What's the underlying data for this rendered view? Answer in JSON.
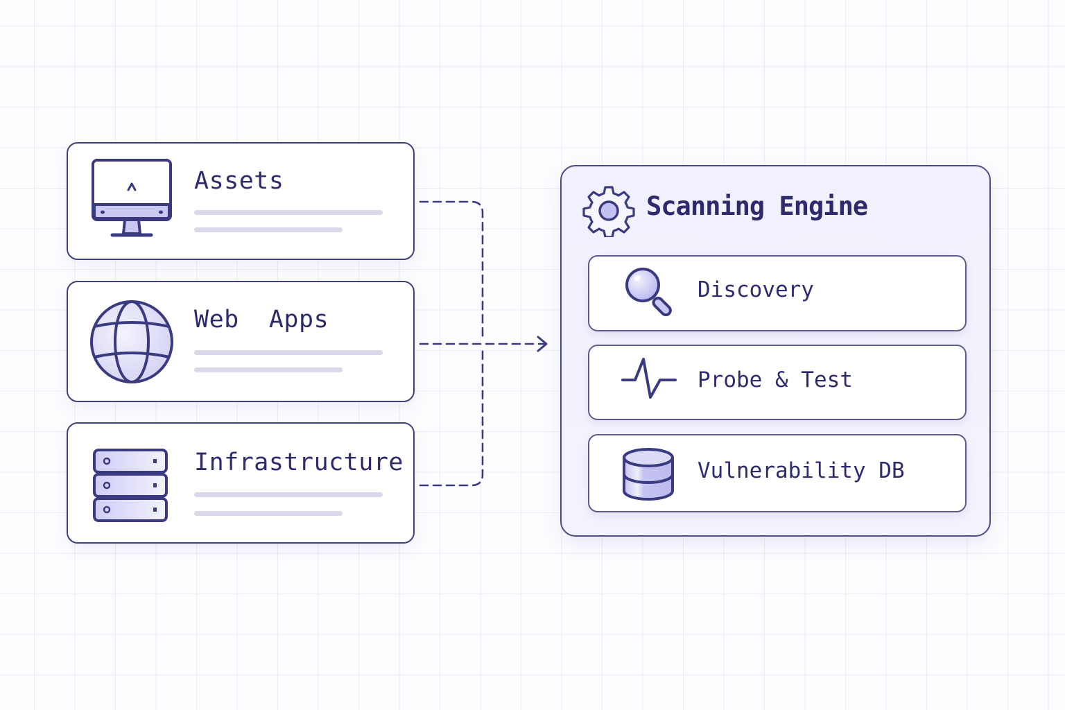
{
  "diagram": {
    "sources": [
      {
        "id": "assets",
        "label": "Assets",
        "icon": "monitor-icon"
      },
      {
        "id": "webapps",
        "label": "Web  Apps",
        "icon": "globe-icon"
      },
      {
        "id": "infrastructure",
        "label": "Infrastructure",
        "icon": "server-rack-icon"
      }
    ],
    "engine": {
      "title": "Scanning Engine",
      "icon": "gear-icon",
      "stages": [
        {
          "id": "discovery",
          "label": "Discovery",
          "icon": "magnifier-icon"
        },
        {
          "id": "probe",
          "label": "Probe & Test",
          "icon": "pulse-icon"
        },
        {
          "id": "vulndb",
          "label": "Vulnerability DB",
          "icon": "database-icon"
        }
      ]
    },
    "connector": {
      "style": "dashed",
      "from": [
        "assets",
        "webapps",
        "infrastructure"
      ],
      "to": "engine"
    },
    "colors": {
      "stroke": "#3f3f7a",
      "text": "#2d2b6e",
      "icon_fill": "#c9c8f2",
      "engine_bg": "#f2f1fc",
      "placeholder_line": "#d9d8ea"
    }
  }
}
